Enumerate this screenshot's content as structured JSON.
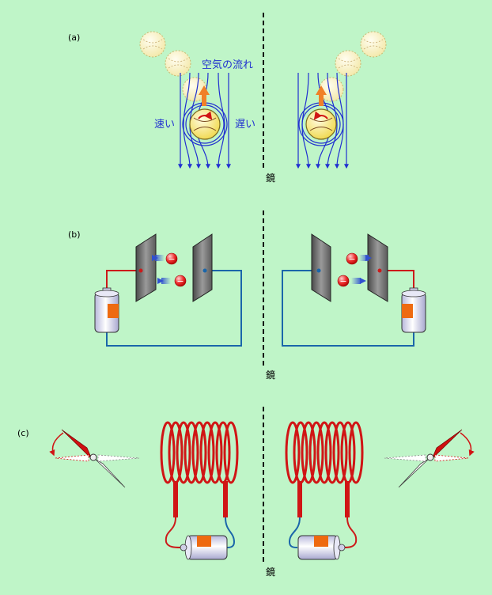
{
  "panels": {
    "a": {
      "label": "(a)",
      "air_flow": "空気の流れ",
      "fast": "速い",
      "slow": "遅い",
      "mirror": "鏡"
    },
    "b": {
      "label": "(b)",
      "electron_sign": "−",
      "mirror": "鏡"
    },
    "c": {
      "label": "(c)",
      "mirror": "鏡"
    }
  },
  "colors": {
    "background": "#bff5c8",
    "stream": "#2030d0",
    "ball": "#f4e060",
    "ghost_ball": "#f6eeb4",
    "arrow": "#f08028",
    "wire_red": "#cc1a1a",
    "wire_blue": "#1a66aa",
    "coil": "#d01515",
    "electron": "#e02020",
    "plate": "#6a6a6a",
    "battery_label": "#ee6a10"
  }
}
